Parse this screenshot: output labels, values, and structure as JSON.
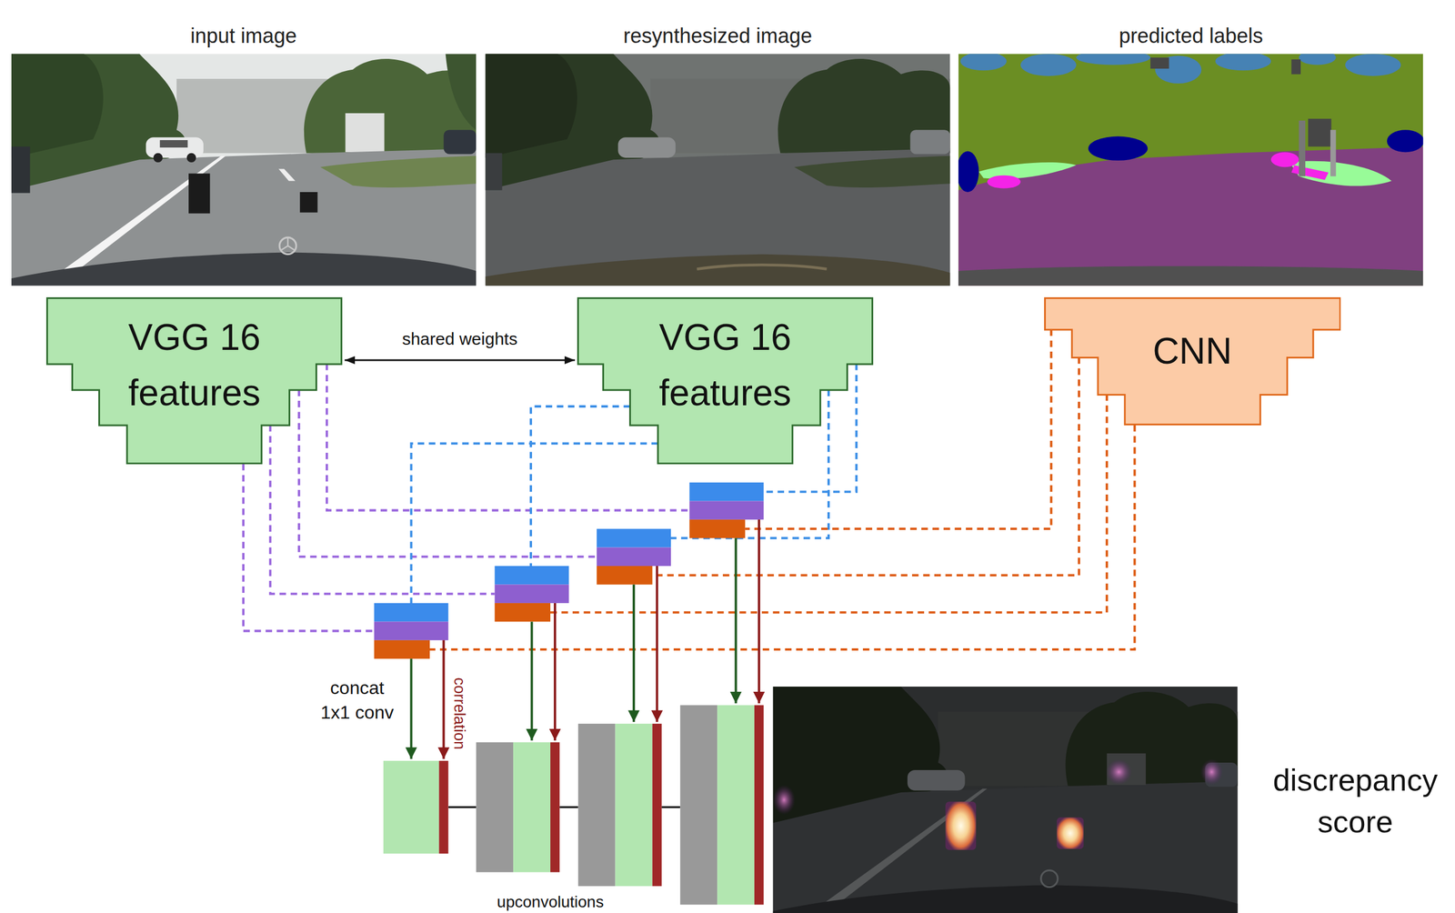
{
  "diagram": {
    "nodes": [
      {
        "text": [
          "input image"
        ]
      },
      {
        "text": [
          "resynthesized image"
        ]
      },
      {
        "text": [
          "predicted labels"
        ]
      },
      {
        "text": [
          "VGG 16 features"
        ]
      },
      {
        "text": [
          "VGG 16 features"
        ]
      },
      {
        "text": [
          "CNN"
        ]
      },
      {
        "text": [
          "discrepancy score"
        ]
      }
    ],
    "edges": [
      {
        "from": 3,
        "to": 4,
        "label": "shared weights",
        "arrow": "both"
      }
    ],
    "labels": [
      "concat 1x1 conv",
      "correlation",
      "upconvolutions"
    ]
  }
}
